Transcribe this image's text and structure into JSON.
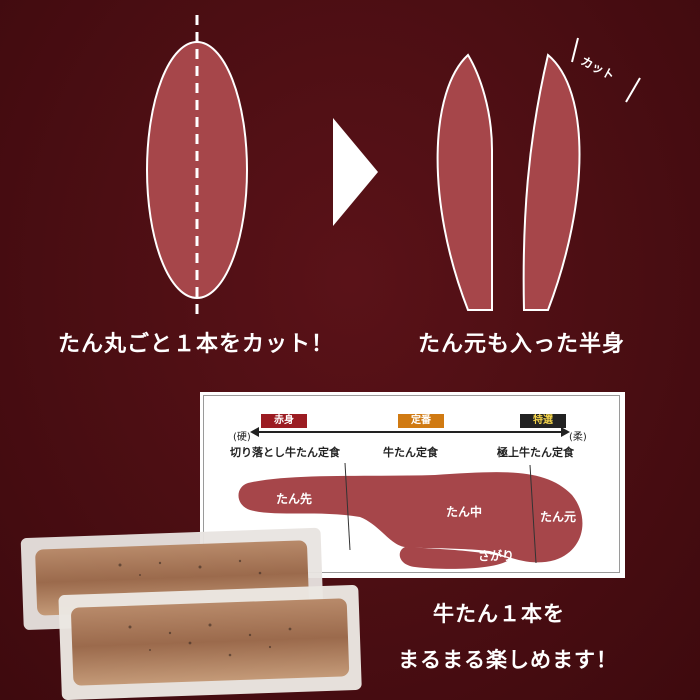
{
  "top": {
    "left_caption": "たん丸ごと１本をカット！",
    "right_caption": "たん元も入った半身",
    "cut_label": "カット"
  },
  "chart": {
    "tags": [
      "赤身",
      "定番",
      "特選"
    ],
    "scale_left": "(硬)",
    "scale_right": "(柔)",
    "grades": [
      "切り落とし牛たん定食",
      "牛たん定食",
      "極上牛たん定食"
    ],
    "parts": [
      "たん先",
      "たん中",
      "たん元",
      "さがり"
    ]
  },
  "bottom": {
    "line1": "牛たん１本を",
    "line2": "まるまる楽しめます！"
  },
  "colors": {
    "background": "#4a0d12",
    "meat": "#a6464a",
    "tag_red": "#9b1c22",
    "tag_orange": "#d07a12",
    "tag_black": "#222222"
  }
}
